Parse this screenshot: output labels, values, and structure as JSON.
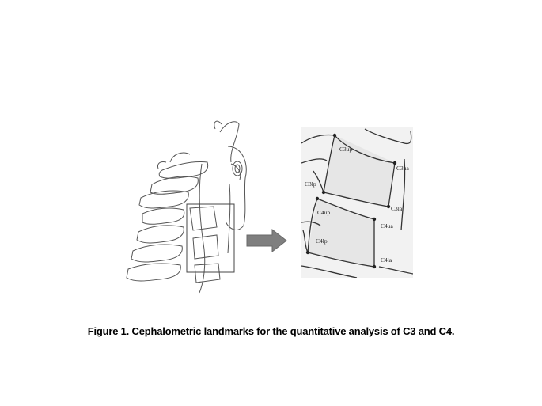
{
  "figure": {
    "caption": "Figure 1.  Cephalometric landmarks for the quantitative analysis of C3 and C4.",
    "landmarks": [
      "C3up",
      "C3ua",
      "C3lp",
      "C3la",
      "C4up",
      "C4ua",
      "C4lp",
      "C4la"
    ]
  },
  "colors": {
    "arrow_fill": "#7f7f7f",
    "line": "#333333",
    "xray_background": "#f2f2f2"
  }
}
